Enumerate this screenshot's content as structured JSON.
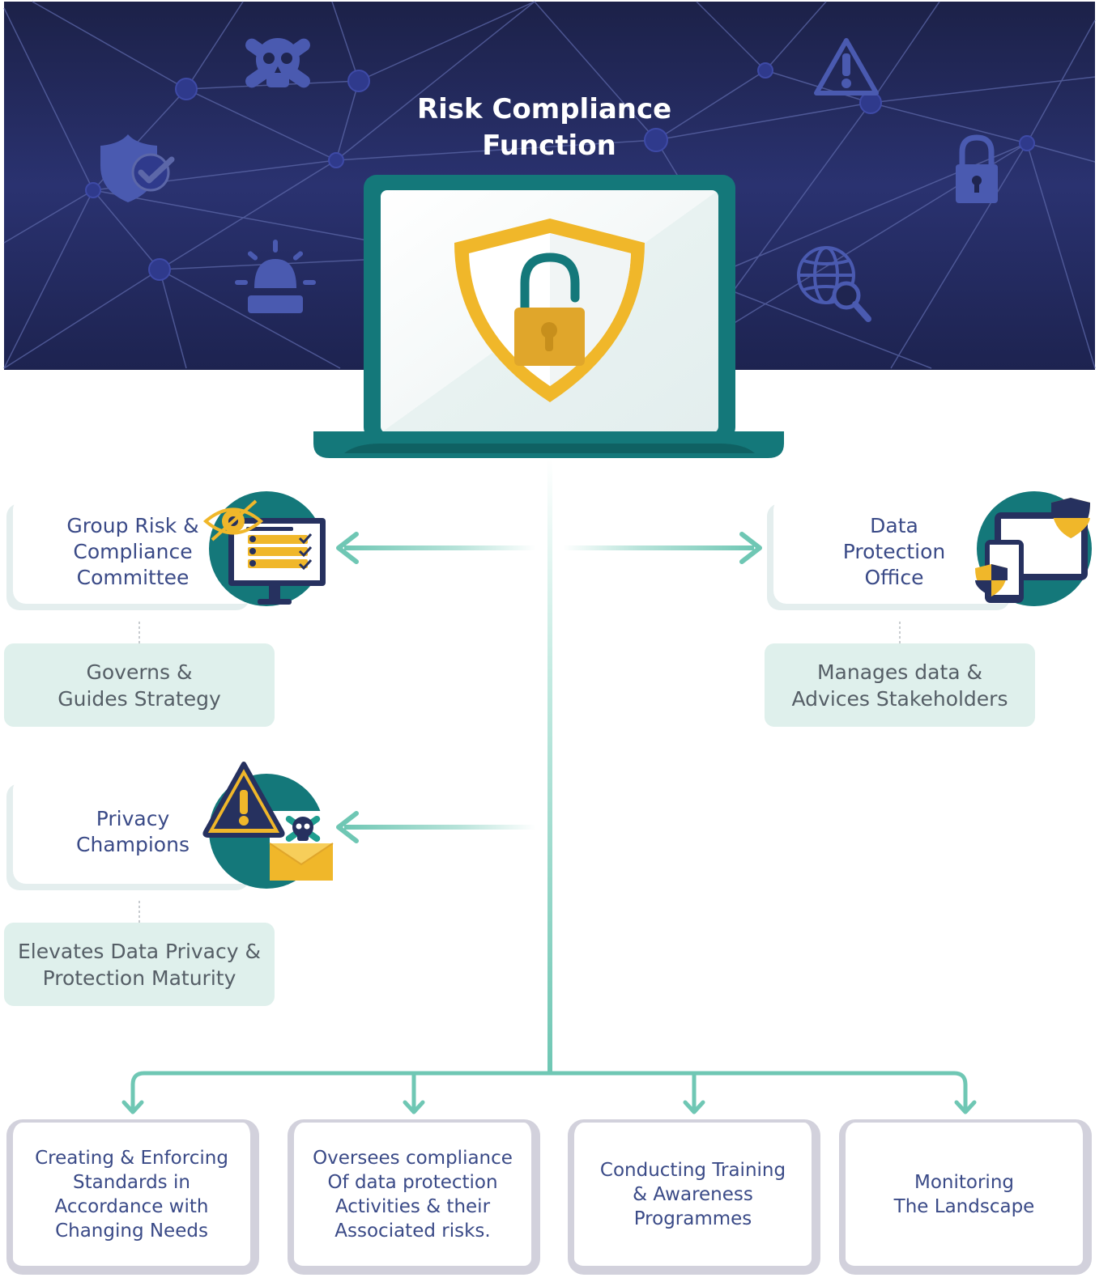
{
  "title": "Risk Compliance\nFunction",
  "nodes": {
    "group_risk": {
      "label": "Group Risk &\nCompliance\nCommittee",
      "description": "Governs &\nGuides Strategy"
    },
    "data_protection": {
      "label": "Data\nProtection\nOffice",
      "description": "Manages data &\nAdvices Stakeholders"
    },
    "privacy": {
      "label": "Privacy\nChampions",
      "description": "Elevates Data Privacy &\nProtection Maturity"
    }
  },
  "activities": [
    "Creating & Enforcing\nStandards in\nAccordance with\nChanging Needs",
    "Oversees compliance\nOf data protection\nActivities & their\nAssociated risks.",
    "Conducting Training\n& Awareness\nProgrammes",
    "Monitoring\nThe Landscape"
  ],
  "colors": {
    "banner": "#1f2550",
    "teal": "#14787a",
    "connector": "#6fc7b4",
    "gold": "#f0b72a",
    "navy_text": "#3a4a87",
    "icon_blue": "#4a5ab0"
  },
  "icons": {
    "banner": [
      "skull-crossbones-icon",
      "shield-check-icon",
      "alarm-siren-icon",
      "warning-triangle-icon",
      "padlock-icon",
      "globe-search-icon"
    ],
    "laptop": "shield-padlock-icon",
    "group_risk": "monitor-checklist-eye-icon",
    "data_protection": "devices-shield-icon",
    "privacy": "warning-envelope-skull-icon"
  }
}
